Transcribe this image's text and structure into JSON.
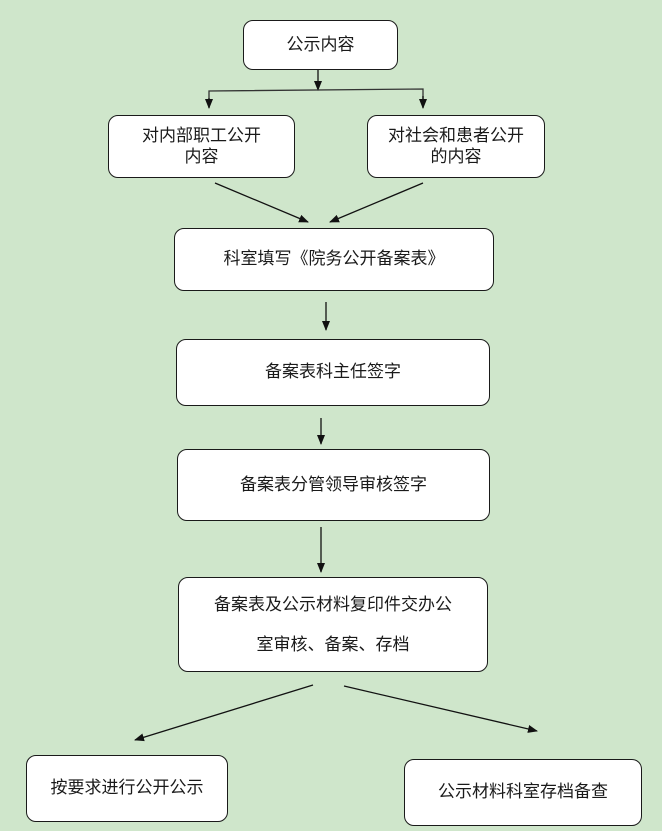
{
  "diagram": {
    "background_color": "#cfe6cb",
    "nodes": {
      "root": {
        "lines": [
          "公示内容"
        ]
      },
      "internal": {
        "lines": [
          "对内部职工公开",
          "内容"
        ]
      },
      "public": {
        "lines": [
          "对社会和患者公开",
          "的内容"
        ]
      },
      "fill_form": {
        "lines": [
          "科室填写《院务公开备案表》"
        ]
      },
      "director_sign": {
        "lines": [
          "备案表科主任签字"
        ]
      },
      "leader_sign": {
        "lines": [
          "备案表分管领导审核签字"
        ]
      },
      "office_review": {
        "lines": [
          "备案表及公示材料复印件交办公",
          "室审核、备案、存档"
        ]
      },
      "publish": {
        "lines": [
          "按要求进行公开公示"
        ]
      },
      "archive": {
        "lines": [
          "公示材料科室存档备查"
        ]
      }
    },
    "edges": [
      {
        "from": "root",
        "to": "internal"
      },
      {
        "from": "root",
        "to": "public"
      },
      {
        "from": "internal",
        "to": "fill_form"
      },
      {
        "from": "public",
        "to": "fill_form"
      },
      {
        "from": "fill_form",
        "to": "director_sign"
      },
      {
        "from": "director_sign",
        "to": "leader_sign"
      },
      {
        "from": "leader_sign",
        "to": "office_review"
      },
      {
        "from": "office_review",
        "to": "publish"
      },
      {
        "from": "office_review",
        "to": "archive"
      }
    ]
  }
}
